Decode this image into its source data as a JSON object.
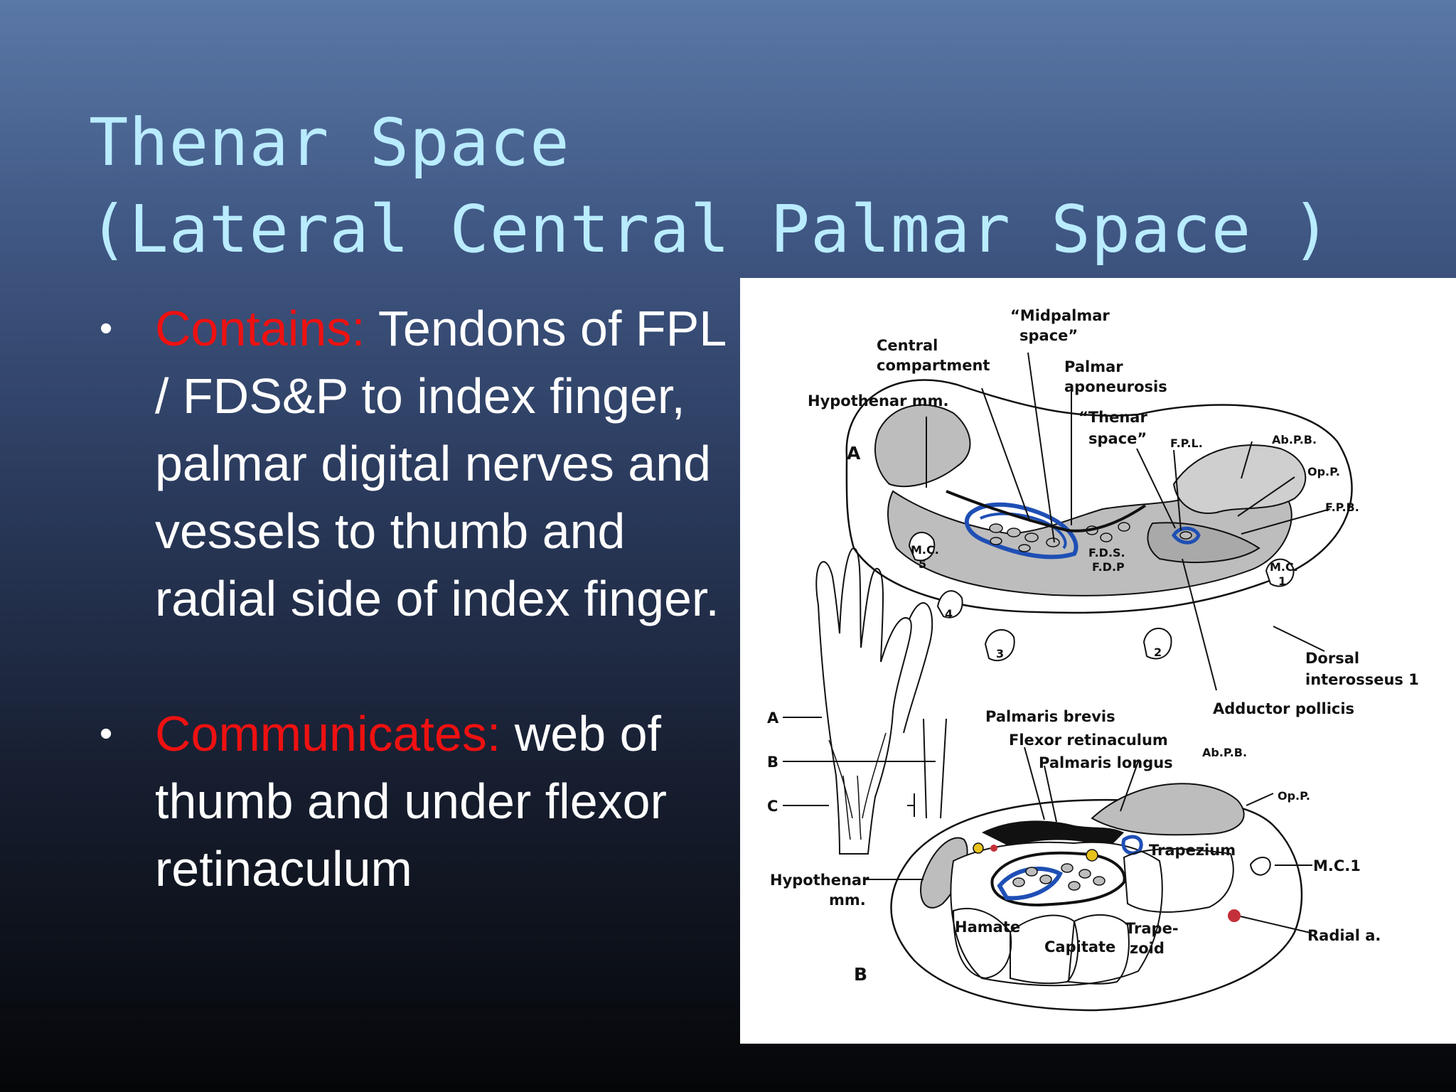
{
  "slide": {
    "title_line1": "Thenar Space",
    "title_line2": "(Lateral Central Palmar Space )"
  },
  "bullets": [
    {
      "keyword": "Contains:",
      "text": " Tendons of FPL / FDS&P to index finger, palmar digital nerves and vessels to thumb and radial side of index finger."
    },
    {
      "keyword": "Communicates:",
      "text": " web of thumb and under flexor retinaculum"
    }
  ],
  "figure": {
    "section_a": {
      "letter": "A",
      "labels": {
        "midpalmar_1": "“Midpalmar",
        "midpalmar_2": "space”",
        "central_1": "Central",
        "central_2": "compartment",
        "palmar_apo_1": "Palmar",
        "palmar_apo_2": "aponeurosis",
        "hypothenar": "Hypothenar mm.",
        "thenar_1": "“Thenar",
        "thenar_2": "space”",
        "fpl": "F.P.L.",
        "abpb": "Ab.P.B.",
        "opp": "Op.P.",
        "fpb": "F.P.B.",
        "mc5_1": "M.C.",
        "mc5_2": "5",
        "fds": "F.D.S.",
        "fdp": "F.D.P",
        "mc1_1": "M.C.",
        "mc1_2": "1",
        "n4": "4",
        "n3": "3",
        "n2": "2",
        "dorsal_1": "Dorsal",
        "dorsal_2": "interosseus 1",
        "adductor": "Adductor pollicis"
      }
    },
    "hand_marks": {
      "a": "A",
      "b": "B",
      "c": "C"
    },
    "section_b": {
      "letter": "B",
      "labels": {
        "palmaris_brevis": "Palmaris brevis",
        "flexor_ret": "Flexor retinaculum",
        "palmaris_longus": "Palmaris longus",
        "abpb": "Ab.P.B.",
        "opp": "Op.P.",
        "trapezium": "Trapezium",
        "mc1": "M.C.1",
        "hypothenar_1": "Hypothenar",
        "hypothenar_2": "mm.",
        "hamate": "Hamate",
        "capitate": "Capitate",
        "trapezoid_1": "Trape-",
        "trapezoid_2": "zoid",
        "radial": "Radial a."
      }
    },
    "colors": {
      "tissue_gray": "#bdbdbd",
      "tendon_blue": "#1f4fb5",
      "nerve_yellow": "#e8c21a",
      "artery_red": "#c4303a",
      "keyword_red": "#ee1111",
      "title_cyan": "#b9ecff"
    }
  }
}
